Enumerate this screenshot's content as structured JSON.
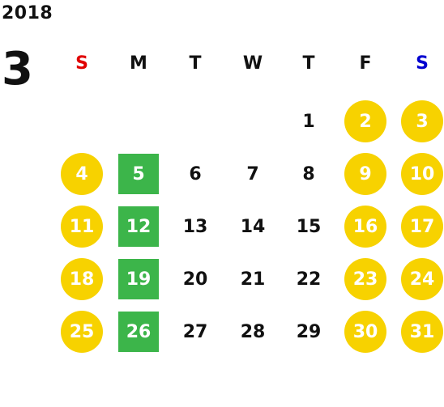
{
  "year": "2018",
  "month": "3",
  "colors": {
    "weekend_circle": "#f7d200",
    "monday_square": "#3cb54a",
    "sunday_header": "#e00000",
    "saturday_header": "#0000d0",
    "text": "#111111"
  },
  "weekdays": [
    "S",
    "M",
    "T",
    "W",
    "T",
    "F",
    "S"
  ],
  "weeks": [
    [
      null,
      null,
      null,
      null,
      "1",
      "2",
      "3"
    ],
    [
      "4",
      "5",
      "6",
      "7",
      "8",
      "9",
      "10"
    ],
    [
      "11",
      "12",
      "13",
      "14",
      "15",
      "16",
      "17"
    ],
    [
      "18",
      "19",
      "20",
      "21",
      "22",
      "23",
      "24"
    ],
    [
      "25",
      "26",
      "27",
      "28",
      "29",
      "30",
      "31"
    ]
  ]
}
